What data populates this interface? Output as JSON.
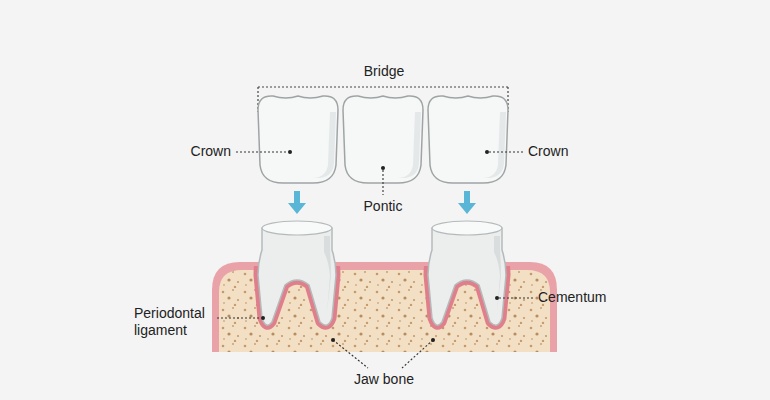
{
  "diagram": {
    "labels": [
      "Bridge",
      "Crown",
      "Pontic",
      "Crown",
      "Periodontal ligament",
      "Cementum",
      "Jaw bone"
    ]
  }
}
